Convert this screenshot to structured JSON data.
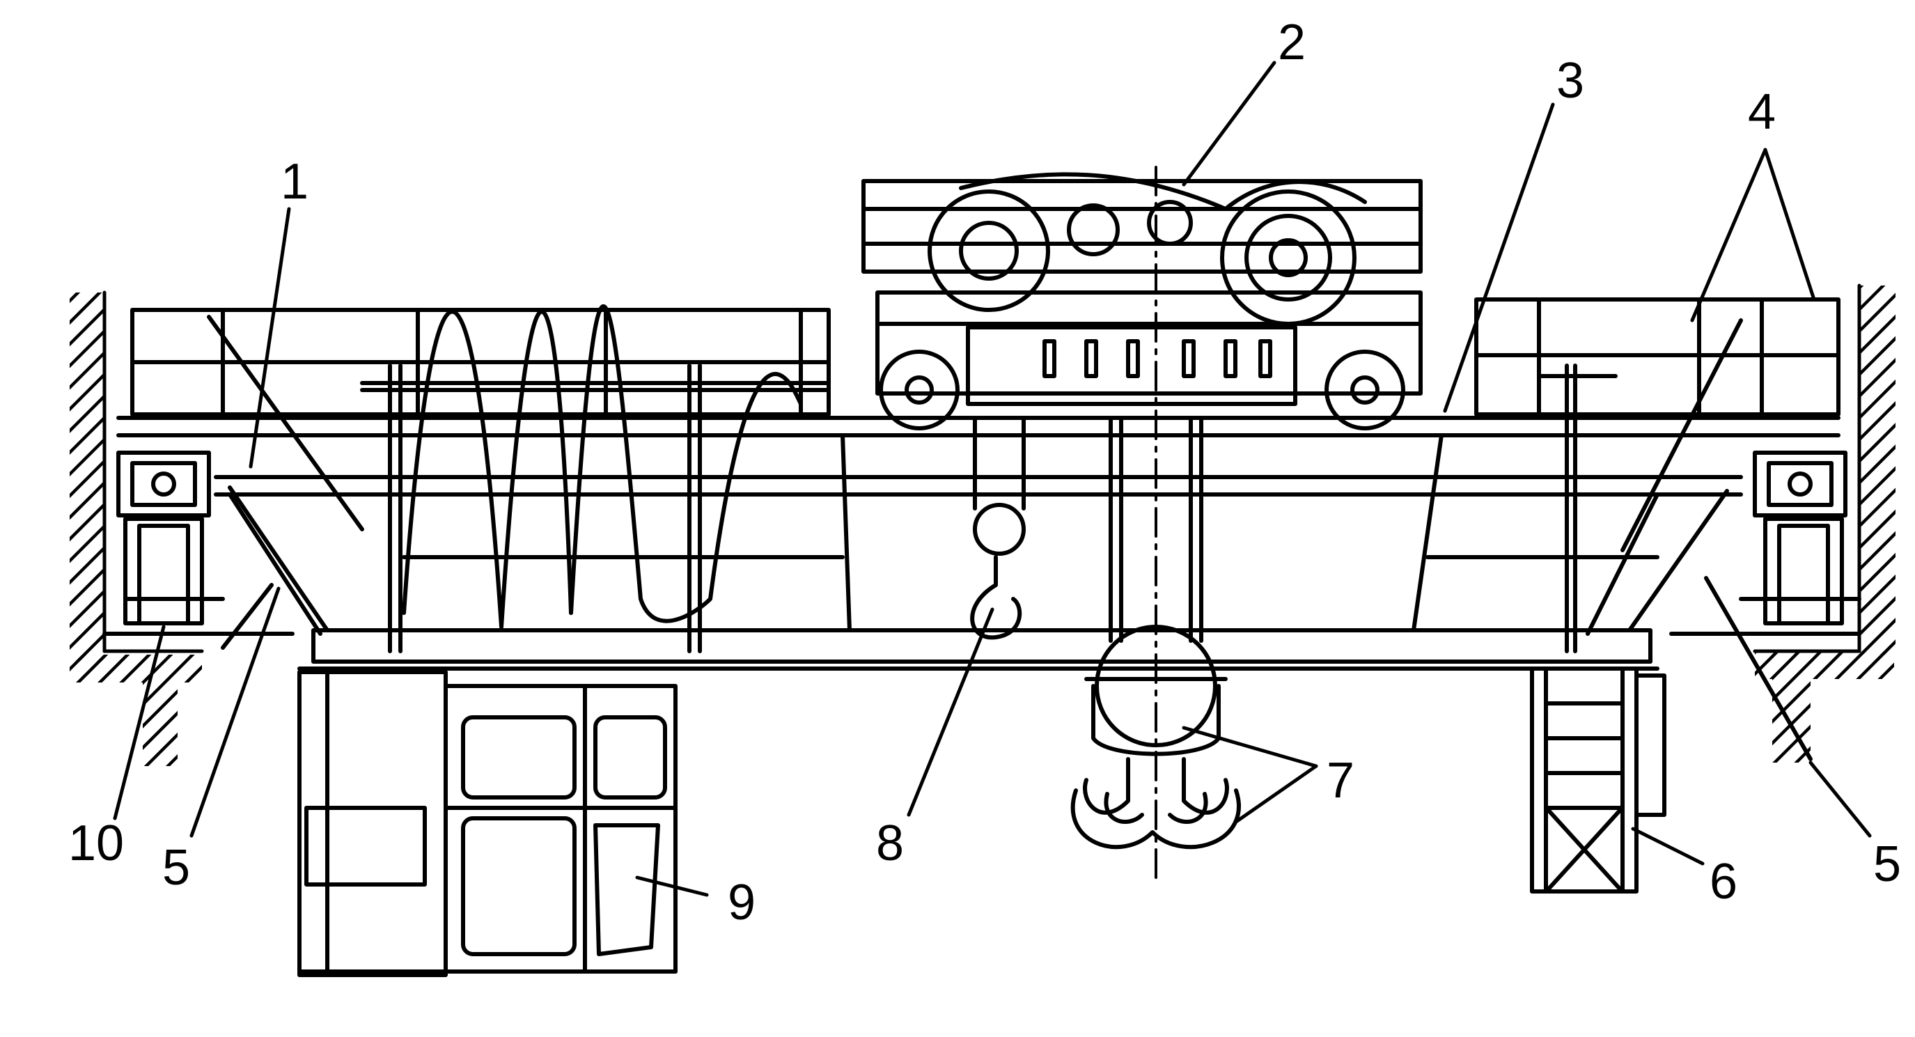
{
  "diagram": {
    "callouts": [
      {
        "id": "c1",
        "text": "1"
      },
      {
        "id": "c2",
        "text": "2"
      },
      {
        "id": "c3",
        "text": "3"
      },
      {
        "id": "c4",
        "text": "4"
      },
      {
        "id": "c5l",
        "text": "5"
      },
      {
        "id": "c5r",
        "text": "5"
      },
      {
        "id": "c6",
        "text": "6"
      },
      {
        "id": "c7",
        "text": "7"
      },
      {
        "id": "c8",
        "text": "8"
      },
      {
        "id": "c9",
        "text": "9"
      },
      {
        "id": "c10",
        "text": "10"
      }
    ]
  },
  "colors": {
    "ink": "#000000",
    "background": "#ffffff"
  }
}
